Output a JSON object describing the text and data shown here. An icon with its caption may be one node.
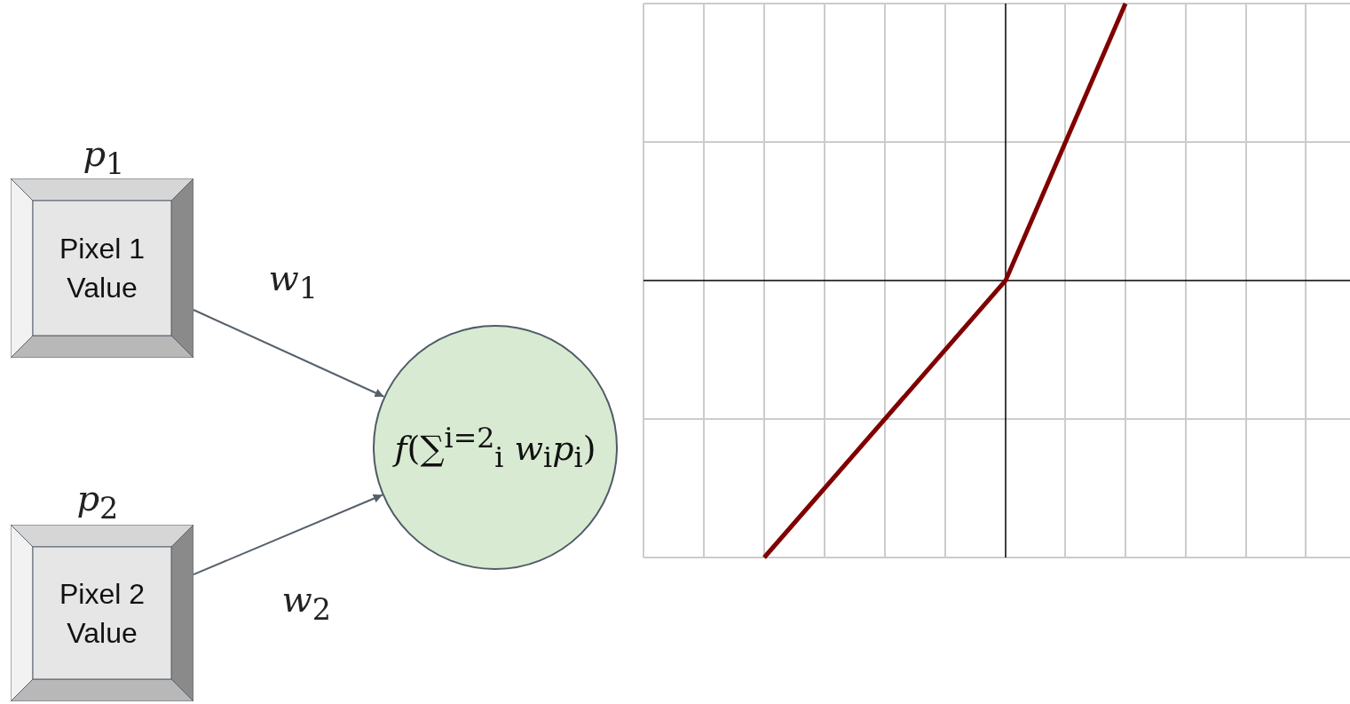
{
  "diagram": {
    "nodes": [
      {
        "text": [
          "Pixel 1 Value"
        ],
        "beside": [
          "*p*$_{1}$"
        ]
      },
      {
        "text": [
          "Pixel 2 Value"
        ],
        "beside": [
          "*p*$_{2}$"
        ]
      },
      {
        "text": [
          "*f*(∑$^{i=2}$$_{i}$ *w*$_{i}$*p*$_{i}$)"
        ]
      }
    ],
    "edges": [
      {
        "from": 0,
        "to": 2,
        "arrow": "to",
        "label": "*w*$_{1}$"
      },
      {
        "from": 1,
        "to": 2,
        "arrow": "to",
        "label": "*w*$_{2}$"
      }
    ]
  }
}
